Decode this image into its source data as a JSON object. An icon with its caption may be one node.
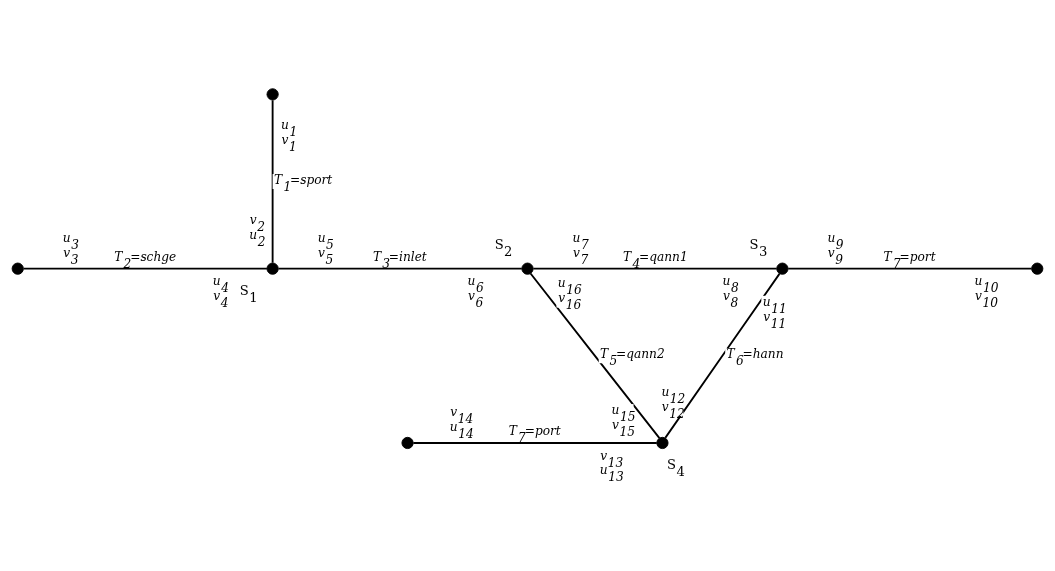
{
  "diagram": {
    "nodes": [
      {
        "text": [],
        "shape": "circle"
      },
      {
        "text": [],
        "shape": "circle"
      },
      {
        "text": [],
        "shape": "circle",
        "beside": [
          "S$_{1}$"
        ]
      },
      {
        "text": [],
        "shape": "circle",
        "beside": [
          "S$_{2}$"
        ]
      },
      {
        "text": [],
        "shape": "circle",
        "beside": [
          "S$_{3}$"
        ]
      },
      {
        "text": [],
        "shape": "circle"
      },
      {
        "text": [],
        "shape": "circle",
        "beside": [
          "S$_{4}$"
        ]
      },
      {
        "text": [],
        "shape": "circle"
      }
    ],
    "edges": [
      {
        "from": 0,
        "to": 2,
        "arrow": "none",
        "label": "T$_{1}$=sport"
      },
      {
        "from": 1,
        "to": 2,
        "arrow": "none",
        "label": "T$_{2}$=schge"
      },
      {
        "from": 2,
        "to": 3,
        "arrow": "none",
        "label": "T$_{3}$=inlet"
      },
      {
        "from": 3,
        "to": 4,
        "arrow": "none",
        "label": "T$_{4}$=qann1"
      },
      {
        "from": 4,
        "to": 5,
        "arrow": "none",
        "label": "T$_{7}$=port"
      },
      {
        "from": 3,
        "to": 6,
        "arrow": "none",
        "label": "T$_{5}$=qann2"
      },
      {
        "from": 4,
        "to": 6,
        "arrow": "none",
        "label": "T$_{6}$=hann"
      },
      {
        "from": 7,
        "to": 6,
        "arrow": "none",
        "label": "T$_{7}$=port"
      }
    ],
    "labels": [
      "u$_{1}$",
      "v$_{1}$",
      "v$_{2}$",
      "u$_{2}$",
      "u$_{3}$",
      "u$_{4}$",
      "u$_{5}$",
      "u$_{6}$",
      "u$_{7}$",
      "u$_{8}$",
      "u$_{9}$",
      "u$_{10}$",
      "v$_{3}$",
      "v$_{4}$",
      "v$_{5}$",
      "v$_{6}$",
      "v$_{7}$",
      "v$_{8}$",
      "v$_{9}$",
      "v$_{10}$",
      "u$_{11}$",
      "u$_{16}$",
      "v$_{16}$",
      "v$_{11}$",
      "u$_{12}$",
      "u$_{15}$",
      "v$_{15}$",
      "v$_{12}$",
      "v$_{14}$",
      "v$_{13}$",
      "u$_{14}$",
      "u$_{13}$"
    ]
  }
}
